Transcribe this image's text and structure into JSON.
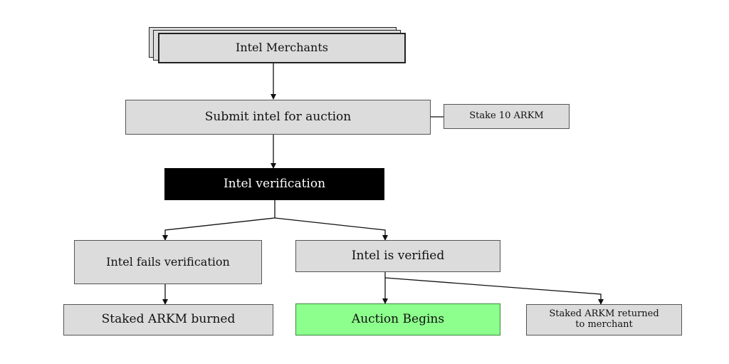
{
  "nodes": {
    "merchants": "Intel Merchants",
    "submit": "Submit intel for auction",
    "stake": "Stake 10 ARKM",
    "verification": "Intel verification",
    "fails": "Intel fails verification",
    "verified": "Intel is verified",
    "burned": "Staked ARKM burned",
    "auction": "Auction Begins",
    "returned": "Staked ARKM returned to merchant"
  },
  "colors": {
    "box_fill": "#dcdcdc",
    "verification_fill": "#000000",
    "auction_fill": "#8cff8c"
  }
}
